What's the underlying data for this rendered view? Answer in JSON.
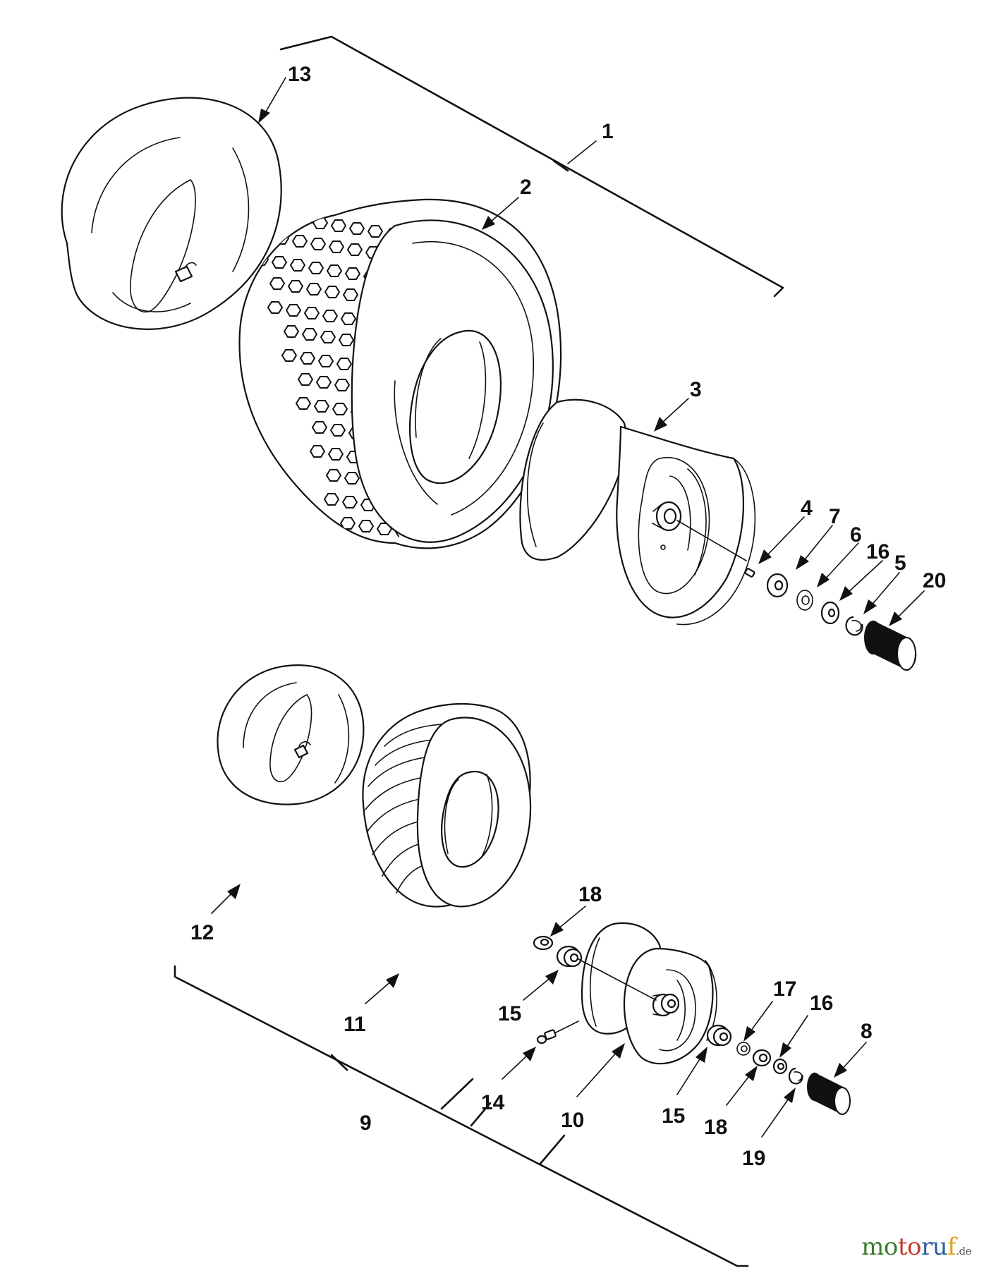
{
  "diagram": {
    "callouts": {
      "c1": "1",
      "c2": "2",
      "c3": "3",
      "c4": "4",
      "c5": "5",
      "c6": "6",
      "c7": "7",
      "c8": "8",
      "c9": "9",
      "c10": "10",
      "c11": "11",
      "c12": "12",
      "c13": "13",
      "c14": "14",
      "c15a": "15",
      "c15b": "15",
      "c16a": "16",
      "c16b": "16",
      "c17": "17",
      "c18a": "18",
      "c18b": "18",
      "c19": "19",
      "c20": "20"
    }
  },
  "watermark": {
    "part1": "mo",
    "part2": "to",
    "part3": "ru",
    "part4": "f",
    "tld": ".de"
  },
  "colors": {
    "line": "#111111",
    "background": "#ffffff",
    "watermark_green": "#3b7d2e",
    "watermark_red": "#c23b2a",
    "watermark_blue": "#2b5fa8",
    "watermark_yellow": "#e0a21b"
  }
}
